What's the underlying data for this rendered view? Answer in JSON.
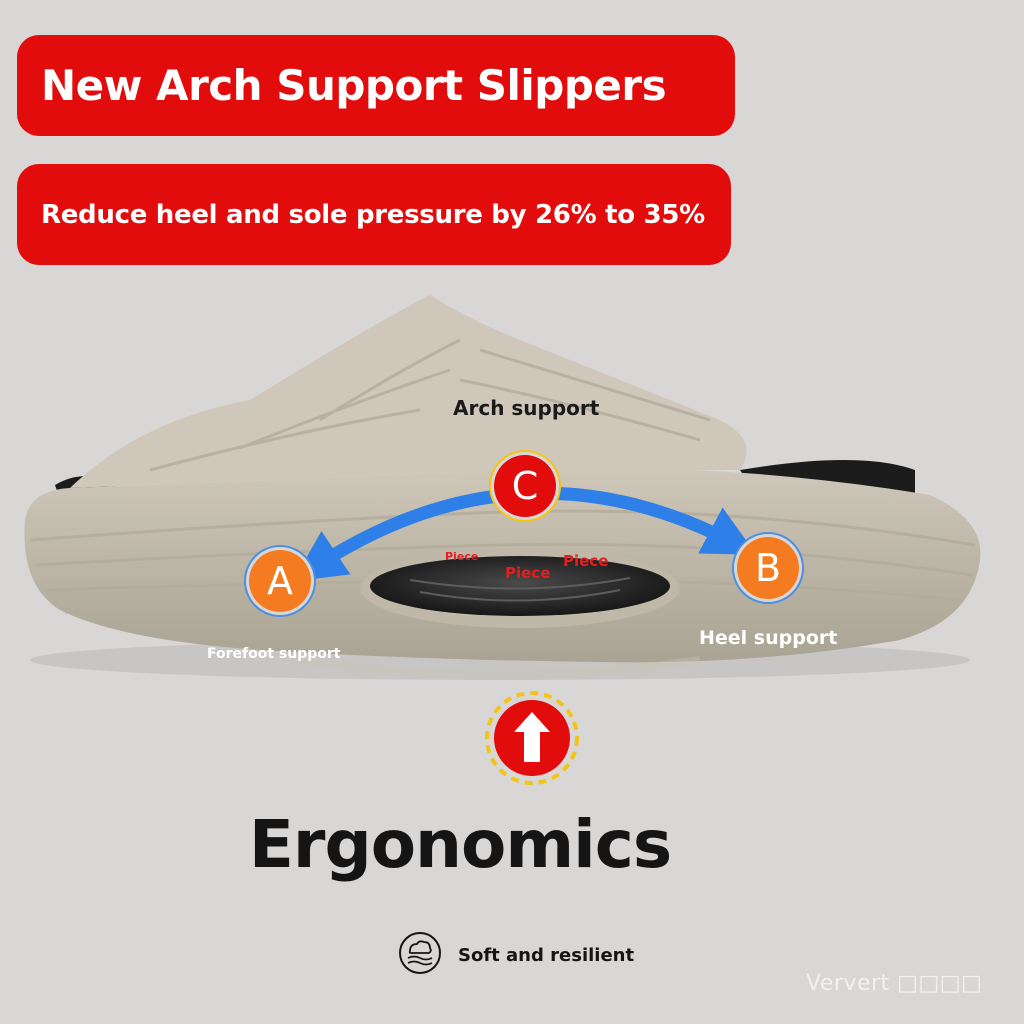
{
  "header": {
    "title": "New Arch Support Slippers",
    "subtitle": "Reduce heel and sole pressure by 26% to 35%"
  },
  "diagram": {
    "arch_label": "Arch support",
    "heel_label": "Heel support",
    "forefoot_label": "Forefoot support",
    "markers": {
      "a": "A",
      "b": "B",
      "c": "C"
    },
    "pieces": [
      "Piece",
      "Piece",
      "Piece"
    ],
    "up_icon": "arrow-up-icon"
  },
  "footer": {
    "heading": "Ergonomics",
    "feature_icon": "cushion-icon",
    "feature_label": "Soft and resilient",
    "watermark": "Ververt □□□□"
  },
  "colors": {
    "banner_red": "#e20c0c",
    "marker_orange": "#f47b20",
    "arrow_blue": "#2f7fe8",
    "dash_yellow": "#f2c418",
    "slipper": "#c9c2b4",
    "background": "#d9d7d6"
  }
}
